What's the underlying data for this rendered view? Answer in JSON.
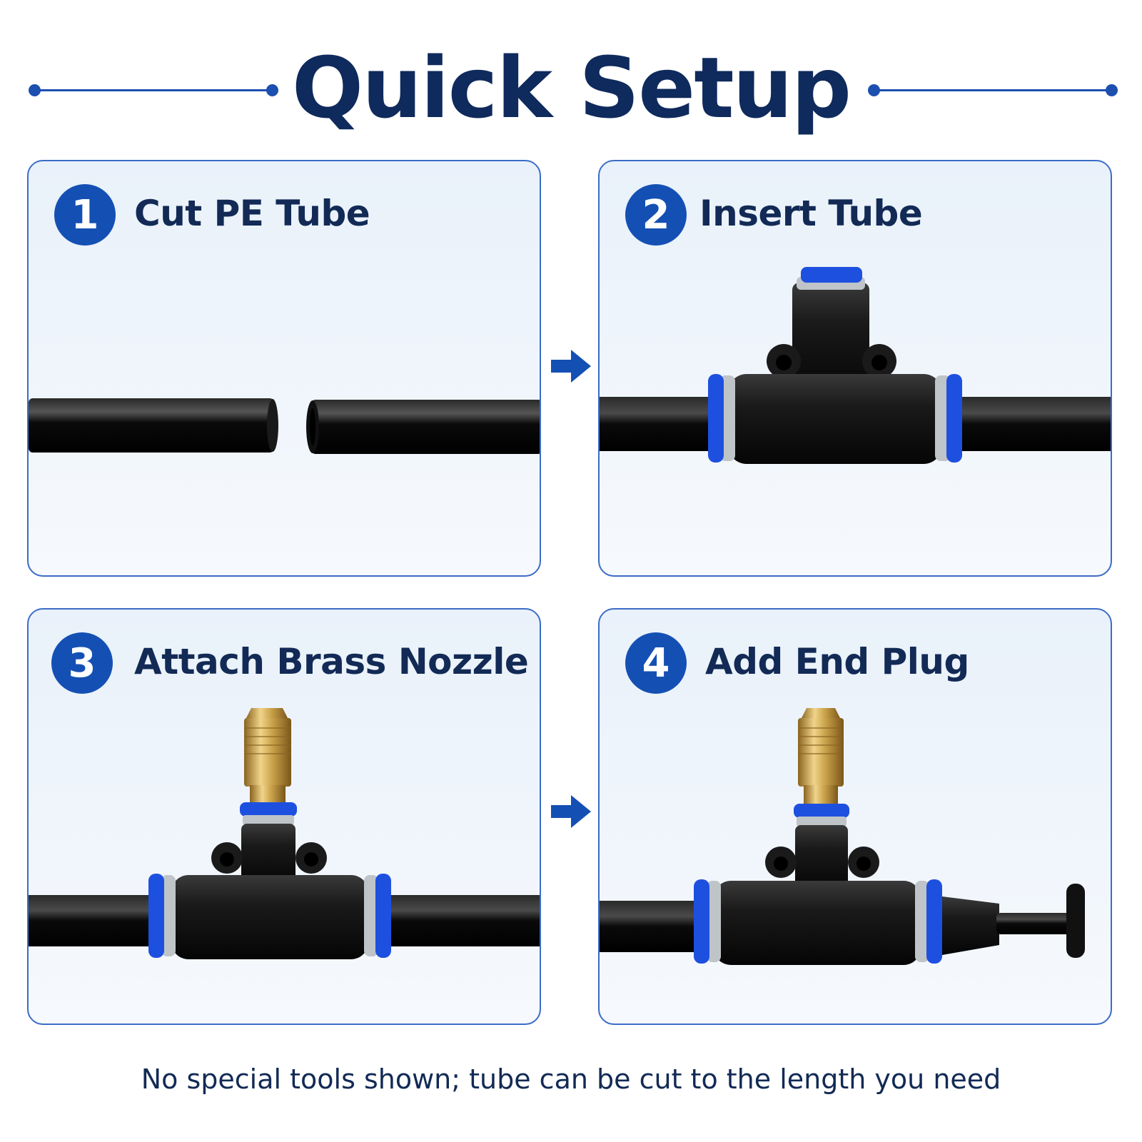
{
  "title": "Quick Setup",
  "steps": [
    {
      "number": "1",
      "label": "Cut PE Tube",
      "icon": "cut-tube-illustration"
    },
    {
      "number": "2",
      "label": "Insert Tube",
      "icon": "tee-connector-illustration"
    },
    {
      "number": "3",
      "label": "Attach Brass Nozzle",
      "icon": "brass-nozzle-illustration"
    },
    {
      "number": "4",
      "label": "Add End Plug",
      "icon": "end-plug-illustration"
    }
  ],
  "footer": "No special tools shown; tube can be cut to the length you need",
  "colors": {
    "accent": "#1450b4",
    "title": "#0f2a5c",
    "border": "#3b6cc7",
    "tube": "#0b0b0b",
    "ring": "#1e50e0",
    "brass": "#c9a24a"
  }
}
